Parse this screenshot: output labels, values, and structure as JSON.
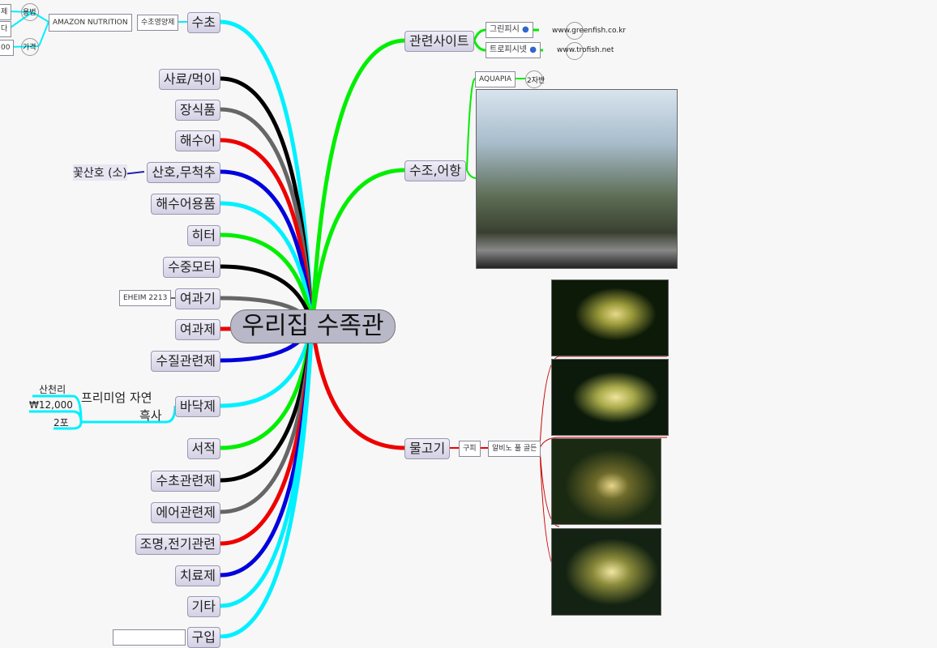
{
  "center": "우리집 수족관",
  "left_branches": [
    {
      "label": "수초",
      "color": "#00f0ff"
    },
    {
      "label": "사료/먹이",
      "color": "#000000"
    },
    {
      "label": "장식품",
      "color": "#666666"
    },
    {
      "label": "해수어",
      "color": "#ee0000"
    },
    {
      "label": "산호,무척추",
      "color": "#0000dd"
    },
    {
      "label": "해수어용품",
      "color": "#00f0ff"
    },
    {
      "label": "히터",
      "color": "#00ee00"
    },
    {
      "label": "수중모터",
      "color": "#000000"
    },
    {
      "label": "여과기",
      "color": "#666666"
    },
    {
      "label": "여과제",
      "color": "#ee0000"
    },
    {
      "label": "수질관련제",
      "color": "#0000dd"
    },
    {
      "label": "바닥제",
      "color": "#00f0ff"
    },
    {
      "label": "서적",
      "color": "#00ee00"
    },
    {
      "label": "수초관련제",
      "color": "#000000"
    },
    {
      "label": "에어관련제",
      "color": "#666666"
    },
    {
      "label": "조명,전기관련",
      "color": "#ee0000"
    },
    {
      "label": "치료제",
      "color": "#0000dd"
    },
    {
      "label": "기타",
      "color": "#00f0ff"
    },
    {
      "label": "구입",
      "color": "#00f0ff"
    }
  ],
  "sucho": {
    "sub": "수초영양제",
    "brand": "AMAZON NUTRITION",
    "usage": "용법",
    "price": "가격",
    "cut1": "제",
    "cut2": "다",
    "cut3": "00"
  },
  "coral_child": "꽃산호 (소)",
  "filter_child": "EHEIM 2213",
  "substrate": {
    "name": "프리미엄 자연",
    "name2": "흑사",
    "brand": "산천리",
    "price": "₩12,000",
    "qty": "2포"
  },
  "right_branches": [
    {
      "label": "관련사이트",
      "color": "#00ee00"
    },
    {
      "label": "수조,어항",
      "color": "#00ee00"
    },
    {
      "label": "물고기",
      "color": "#ee0000"
    }
  ],
  "sites": [
    {
      "name": "그린피시",
      "url": "www.greenfish.co.kr"
    },
    {
      "name": "트로피시넷",
      "url": "www.trofish.net"
    }
  ],
  "tank": {
    "brand": "AQUAPIA",
    "size": "2자반"
  },
  "fish": {
    "type": "구피",
    "variety": "알비노 풀 골든"
  }
}
